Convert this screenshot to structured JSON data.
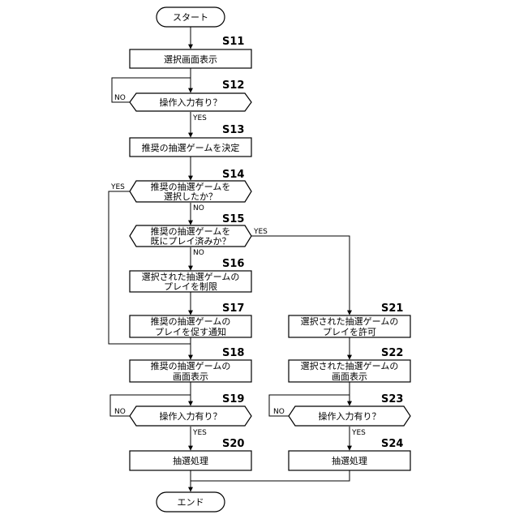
{
  "nodes": {
    "start": "スタート",
    "s11": "選択画面表示",
    "s12": "操作入力有り？",
    "s13": "推奨の抽選ゲームを決定",
    "s14_line1": "推奨の抽選ゲームを",
    "s14_line2": "選択したか？",
    "s15_line1": "推奨の抽選ゲームを",
    "s15_line2": "既にプレイ済みか？",
    "s16_line1": "選択された抽選ゲームの",
    "s16_line2": "プレイを制限",
    "s17_line1": "推奨の抽選ゲームの",
    "s17_line2": "プレイを促す通知",
    "s18_line1": "推奨の抽選ゲームの",
    "s18_line2": "画面表示",
    "s19": "操作入力有り？",
    "s20": "抽選処理",
    "s21_line1": "選択された抽選ゲームの",
    "s21_line2": "プレイを許可",
    "s22_line1": "選択された抽選ゲームの",
    "s22_line2": "画面表示",
    "s23": "操作入力有り？",
    "s24": "抽選処理",
    "end": "エンド"
  },
  "step_labels": {
    "s11": "S11",
    "s12": "S12",
    "s13": "S13",
    "s14": "S14",
    "s15": "S15",
    "s16": "S16",
    "s17": "S17",
    "s18": "S18",
    "s19": "S19",
    "s20": "S20",
    "s21": "S21",
    "s22": "S22",
    "s23": "S23",
    "s24": "S24"
  },
  "branch_labels": {
    "yes": "YES",
    "no": "NO"
  }
}
